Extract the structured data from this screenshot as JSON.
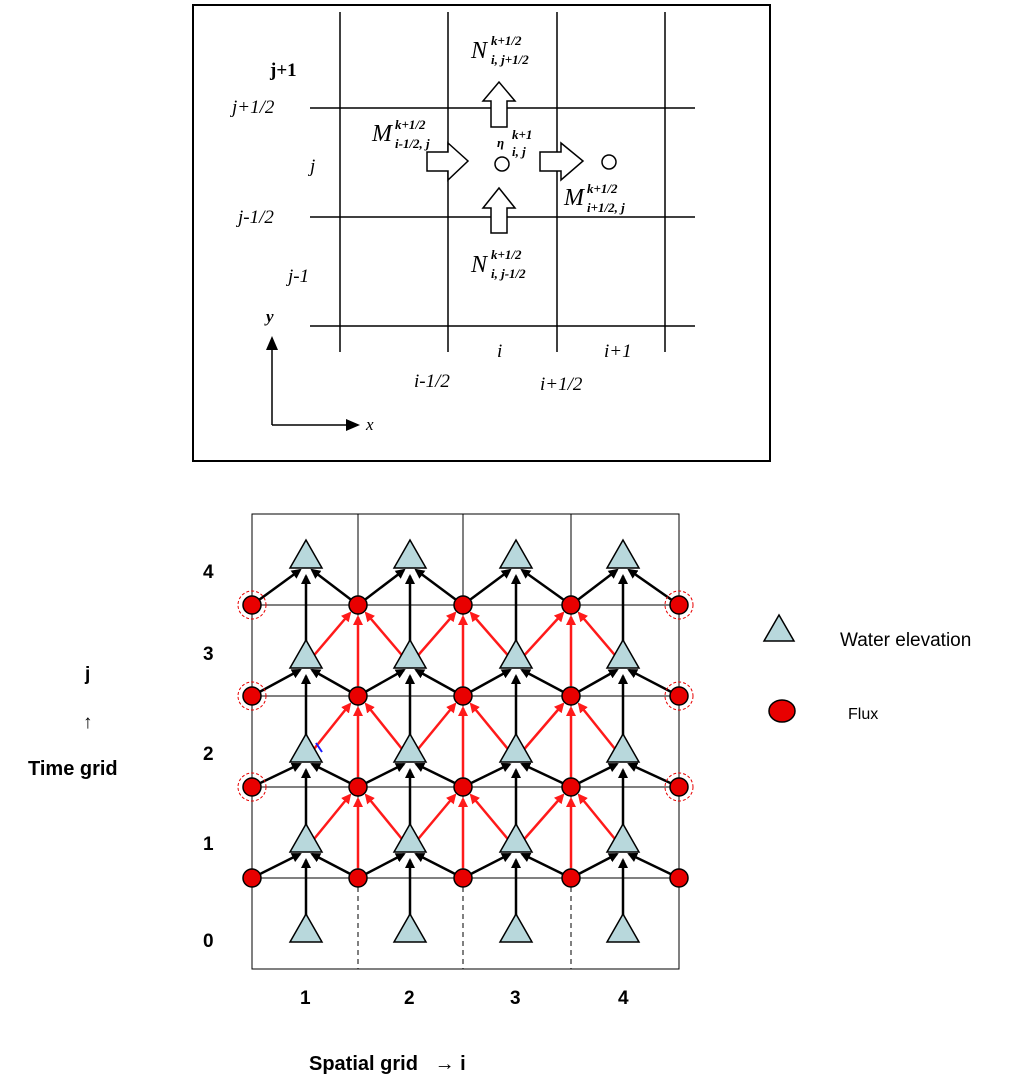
{
  "top": {
    "labels": {
      "j_plus_1": "j+1",
      "j_plus_half": "j+1/2",
      "j": "j",
      "j_minus_half": "j-1/2",
      "j_minus_1": "j-1",
      "i_minus_half": "i-1/2",
      "i": "i",
      "i_plus_half": "i+1/2",
      "i_plus_1": "i+1",
      "axis_y": "y",
      "axis_x": "x"
    },
    "fluxes": {
      "N_top": {
        "base": "N",
        "sup": "k+1/2",
        "sub": "i, j+1/2"
      },
      "N_bottom": {
        "base": "N",
        "sup": "k+1/2",
        "sub": "i, j-1/2"
      },
      "M_left": {
        "base": "M",
        "sup": "k+1/2",
        "sub": "i-1/2, j"
      },
      "M_right": {
        "base": "M",
        "sup": "k+1/2",
        "sub": "i+1/2, j"
      },
      "eta": {
        "base": "η",
        "sup": "k+1",
        "sub": "i, j"
      }
    }
  },
  "bottom": {
    "y_ticks": [
      "0",
      "1",
      "2",
      "3",
      "4"
    ],
    "x_ticks": [
      "1",
      "2",
      "3",
      "4"
    ],
    "y_axis_label": [
      "j",
      "↑",
      "Time grid"
    ],
    "x_axis_label": "Spatial grid   → i",
    "legend": [
      {
        "symbol": "triangle",
        "label": "Water elevation"
      },
      {
        "symbol": "circle",
        "label": "Flux"
      }
    ],
    "colors": {
      "triangle_fill": "#b8d8dc",
      "flux_fill": "#e80000",
      "red_arrow": "#ff1a1a",
      "black_arrow": "#000000",
      "blue_accent": "#1a1aff"
    }
  }
}
